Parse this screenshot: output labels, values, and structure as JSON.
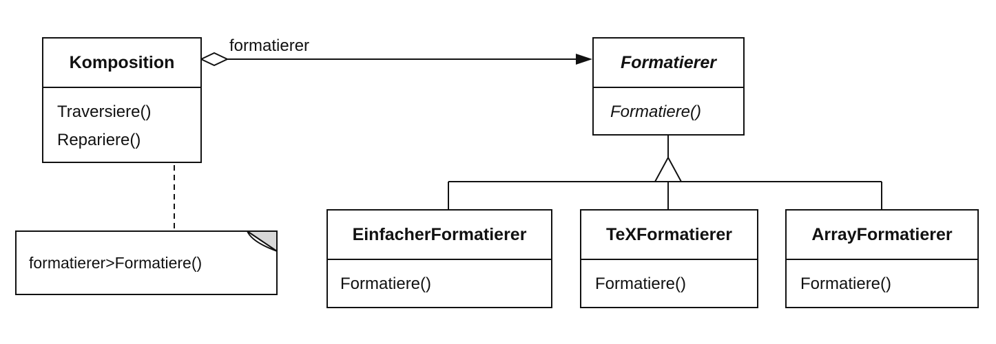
{
  "classes": {
    "komposition": {
      "name": "Komposition",
      "operations": [
        "Traversiere()",
        "Repariere()"
      ]
    },
    "formatierer": {
      "name": "Formatierer",
      "operations": [
        "Formatiere()"
      ]
    },
    "einfacher": {
      "name": "EinfacherFormatierer",
      "operations": [
        "Formatiere()"
      ]
    },
    "tex": {
      "name": "TeXFormatierer",
      "operations": [
        "Formatiere()"
      ]
    },
    "array": {
      "name": "ArrayFormatierer",
      "operations": [
        "Formatiere()"
      ]
    }
  },
  "association_label": "formatierer",
  "note_text": "formatierer>Formatiere()"
}
